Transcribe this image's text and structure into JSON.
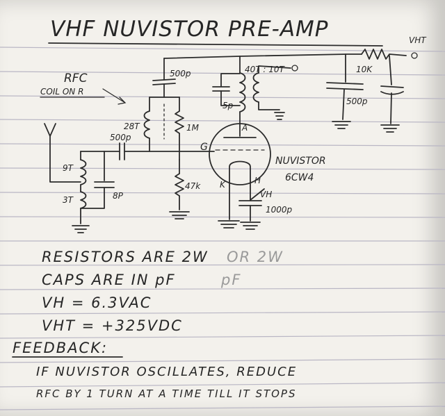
{
  "title": "VHF NUVISTOR PRE-AMP",
  "labels": {
    "vht": "VHT",
    "r_10k": "10K",
    "c_500p_top": "500p",
    "c_500p_right": "500p",
    "turns_40_10": "40T : 10T",
    "c_5p": "5p",
    "rfc": "RFC",
    "coil_on_r": "COIL ON R",
    "turns_28": "28T",
    "r_1m": "1M",
    "anode": "A",
    "grid": "G",
    "c_500p_input": "500p",
    "turns_9": "9T",
    "turns_3": "3T",
    "c_8p": "8P",
    "r_47k": "47k",
    "cathode": "K",
    "heater": "H",
    "vh": "VH",
    "c_1000p": "1000p",
    "tube_name": "NUVISTOR",
    "tube_type": "6CW4"
  },
  "notes": {
    "resistors": "RESISTORS ARE 2W",
    "resistors_faint": "OR 2W",
    "caps": "CAPS ARE IN pF",
    "caps_faint": "pF",
    "vh": "VH = 6.3VAC",
    "vht": "VHT = +325VDC",
    "feedback_head": "FEEDBACK:",
    "feedback_1": "IF NUVISTOR OSCILLATES, REDUCE",
    "feedback_2": "RFC BY 1 TURN AT A TIME TILL IT STOPS"
  }
}
